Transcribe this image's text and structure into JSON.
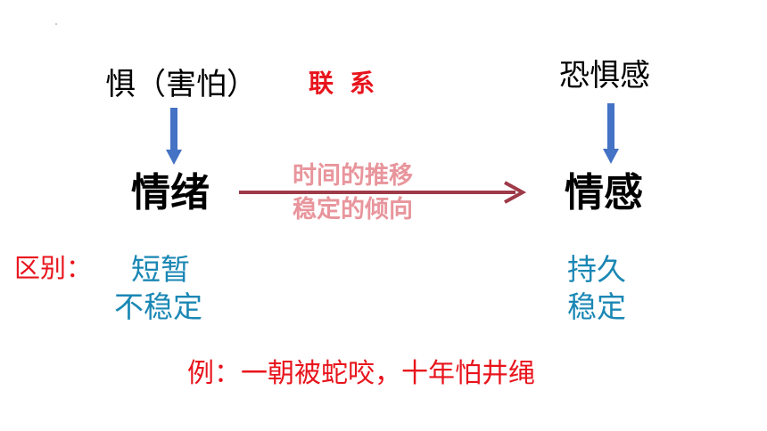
{
  "left_top": "惧（害怕）",
  "relation": {
    "a": "联",
    "b": "系"
  },
  "right_top": "恐惧感",
  "left_main": "情绪",
  "right_main": "情感",
  "arrow_label": {
    "line1": "时间的推移",
    "line2": "稳定的倾向"
  },
  "difference": {
    "label": "区别：",
    "left": [
      "短暂",
      "不稳定"
    ],
    "right": [
      "持久",
      "稳定"
    ]
  },
  "example": "例：一朝被蛇咬，十年怕井绳",
  "colors": {
    "red": "#e8141c",
    "teal": "#1a87b4",
    "blue_arrow": "#4472c4",
    "dark_red_arrow": "#9e3a48",
    "faded_label": "#e8959c"
  }
}
